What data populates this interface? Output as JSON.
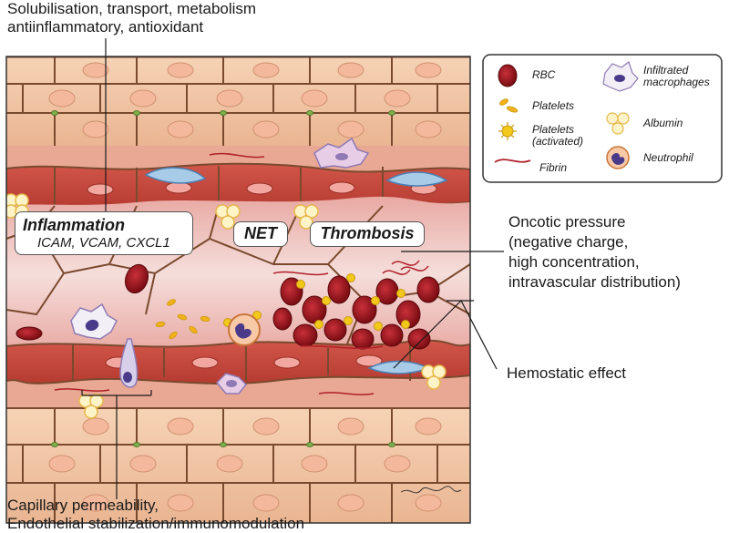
{
  "annotations": {
    "top_line1": "Solubilisation, transport, metabolism",
    "top_line2": "antiinflammatory, antioxidant",
    "oncotic_line1": "Oncotic pressure",
    "oncotic_line2": "(negative charge,",
    "oncotic_line3": "high concentration,",
    "oncotic_line4": "intravascular distribution)",
    "hemostatic": "Hemostatic effect",
    "bottom_line1": "Capillary permeability,",
    "bottom_line2": "Endothelial stabilization/immunomodulation"
  },
  "boxes": {
    "inflammation_title": "Inflammation",
    "inflammation_sub": "ICAM, VCAM, CXCL1",
    "net": "NET",
    "thrombosis": "Thrombosis"
  },
  "legend": {
    "rbc": "RBC",
    "platelets": "Platelets",
    "platelets_activated_1": "Platelets",
    "platelets_activated_2": "(activated)",
    "fibrin": "Fibrin",
    "macrophages_1": "Infiltrated",
    "macrophages_2": "macrophages",
    "albumin": "Albumin",
    "neutrophil": "Neutrophil"
  },
  "colors": {
    "tissue": "#f2c7a6",
    "membrane": "#7a4a2e",
    "vessel_wall": "#c94a3a",
    "lumen": "#f2d9d6",
    "rbc": "#a3141c",
    "platelet": "#f2b21a",
    "albumin": "#fbe39a",
    "macrophage": "#8f7ab5",
    "neutrophil": "#e89a5a",
    "fibrin": "#b0202a"
  }
}
